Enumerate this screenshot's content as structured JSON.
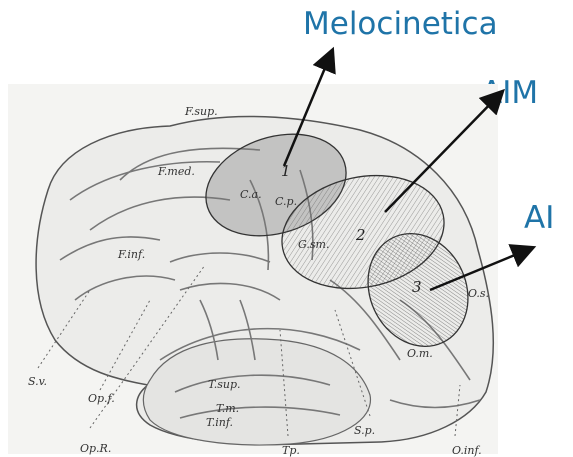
{
  "titles": {
    "melocinetica": "Melocinetica",
    "aim": "AIM",
    "ai": "AI"
  },
  "region_numbers": [
    "1",
    "2",
    "3"
  ],
  "labels": {
    "f_sup": "F.sup.",
    "f_med": "F.med.",
    "f_inf": "F.inf.",
    "c_a": "C.a.",
    "c_p": "C.p.",
    "g_sm": "G.sm.",
    "o_s": "O.s.",
    "o_m": "O.m.",
    "s_v": "S.v.",
    "op_f": "Op.f.",
    "op_r": "Op.R.",
    "t_sup": "T.sup.",
    "t_m": "T.m.",
    "t_inf": "T.inf.",
    "t_p": "Tp.",
    "s_p": "S.p.",
    "o_inf": "O.inf."
  },
  "colors": {
    "title": "#1f74a8",
    "arrow": "#111111"
  }
}
